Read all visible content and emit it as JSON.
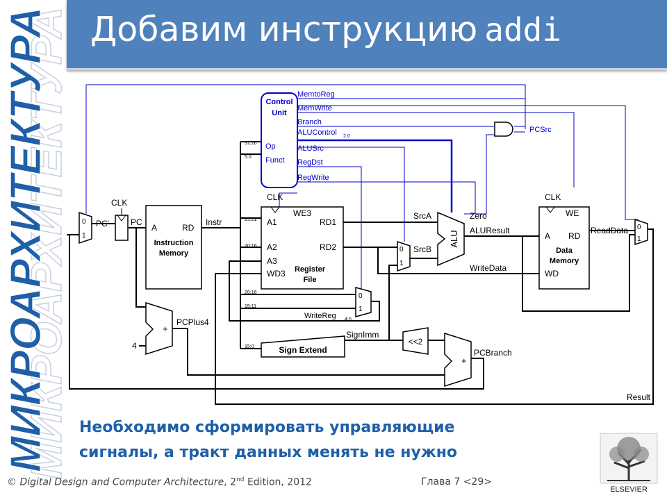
{
  "sidebar": {
    "banner_text": "МИКРОАРХИТЕКТУРА"
  },
  "header": {
    "title": "Добавим инструкцию",
    "title_code": "addi"
  },
  "diagram": {
    "control_unit": {
      "title_line1": "Control",
      "title_line2": "Unit",
      "op": "Op",
      "funct": "Funct"
    },
    "signals": {
      "memtoreg": "MemtoReg",
      "memwrite": "MemWrite",
      "branch": "Branch",
      "alucontrol": "ALUControl",
      "alucontrol_sub": "2:0",
      "alusrc": "ALUSrc",
      "regdst": "RegDst",
      "regwrite": "RegWrite",
      "pcsrc": "PCSrc"
    },
    "bit_fields": {
      "op_bits": "31:26",
      "funct_bits": "5:0",
      "rs_bits": "25:21",
      "rt_bits": "20:16",
      "rt_bits2": "20:16",
      "rd_bits": "15:11",
      "imm_bits": "15:0"
    },
    "pc": {
      "clk": "CLK",
      "pc_prime": "PC'",
      "pc": "PC",
      "mux_0": "0",
      "mux_1": "1"
    },
    "instruction_memory": {
      "a": "A",
      "rd": "RD",
      "label_line1": "Instruction",
      "label_line2": "Memory",
      "instr": "Instr"
    },
    "register_file": {
      "clk": "CLK",
      "we3": "WE3",
      "a1": "A1",
      "a2": "A2",
      "a3": "A3",
      "wd3": "WD3",
      "rd1": "RD1",
      "rd2": "RD2",
      "label_line1": "Register",
      "label_line2": "File"
    },
    "writereg": {
      "label": "WriteReg",
      "sub": "4:0",
      "mux_0": "0",
      "mux_1": "1"
    },
    "alu": {
      "label": "ALU",
      "srca": "SrcA",
      "srcb": "SrcB",
      "zero": "Zero",
      "aluresult": "ALUResult",
      "writedata": "WriteData",
      "mux_0": "0",
      "mux_1": "1"
    },
    "data_memory": {
      "clk": "CLK",
      "we": "WE",
      "a": "A",
      "rd": "RD",
      "wd": "WD",
      "label_line1": "Data",
      "label_line2": "Memory",
      "readdata": "ReadData",
      "mux_0": "0",
      "mux_1": "1"
    },
    "pc_adder": {
      "four": "4",
      "plus": "+",
      "pcplus4": "PCPlus4"
    },
    "sign_extend": {
      "label": "Sign Extend",
      "signimm": "SignImm"
    },
    "shifter": {
      "label": "<<2"
    },
    "branch_adder": {
      "plus": "+",
      "pcbranch": "PCBranch"
    },
    "result": "Result"
  },
  "note": {
    "line1": "Необходимо сформировать управляющие",
    "line2": "сигналы, а тракт данных менять не нужно"
  },
  "footer": {
    "copyright_prefix": "© ",
    "book_title": "Digital Design and Computer Architecture",
    "edition_pre": ", 2",
    "edition_sup": "nd",
    "edition_post": " Edition, 2012",
    "chapter": "Глава 7 <29>"
  },
  "logo": {
    "text": "ELSEVIER"
  },
  "colors": {
    "title_bar": "#4f81bd",
    "control_blue": "#0000cc",
    "note_text": "#1f5fa8",
    "banner_text": "#1f5fa8"
  }
}
